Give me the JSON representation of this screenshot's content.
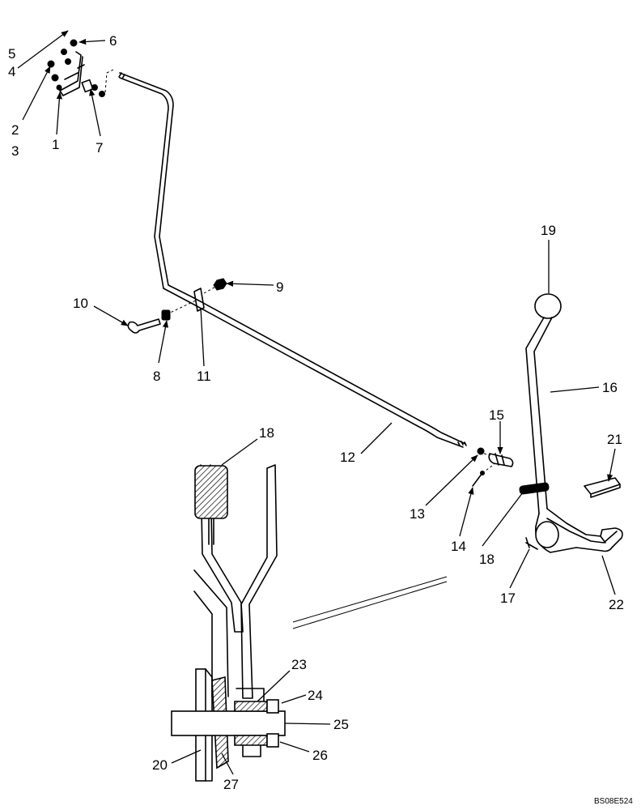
{
  "diagram": {
    "drawing_code": "BS08E524",
    "callouts": [
      {
        "id": "c1",
        "text": "1"
      },
      {
        "id": "c2",
        "text": "2"
      },
      {
        "id": "c3",
        "text": "3"
      },
      {
        "id": "c4",
        "text": "4"
      },
      {
        "id": "c5",
        "text": "5"
      },
      {
        "id": "c6",
        "text": "6"
      },
      {
        "id": "c7",
        "text": "7"
      },
      {
        "id": "c8",
        "text": "8"
      },
      {
        "id": "c9",
        "text": "9"
      },
      {
        "id": "c10",
        "text": "10"
      },
      {
        "id": "c11",
        "text": "11"
      },
      {
        "id": "c12",
        "text": "12"
      },
      {
        "id": "c13",
        "text": "13"
      },
      {
        "id": "c14",
        "text": "14"
      },
      {
        "id": "c15",
        "text": "15"
      },
      {
        "id": "c16",
        "text": "16"
      },
      {
        "id": "c17",
        "text": "17"
      },
      {
        "id": "c18a",
        "text": "18"
      },
      {
        "id": "c18b",
        "text": "18"
      },
      {
        "id": "c19",
        "text": "19"
      },
      {
        "id": "c20",
        "text": "20"
      },
      {
        "id": "c21",
        "text": "21"
      },
      {
        "id": "c22",
        "text": "22"
      },
      {
        "id": "c23",
        "text": "23"
      },
      {
        "id": "c24",
        "text": "24"
      },
      {
        "id": "c25",
        "text": "25"
      },
      {
        "id": "c26",
        "text": "26"
      },
      {
        "id": "c27",
        "text": "27"
      }
    ]
  }
}
